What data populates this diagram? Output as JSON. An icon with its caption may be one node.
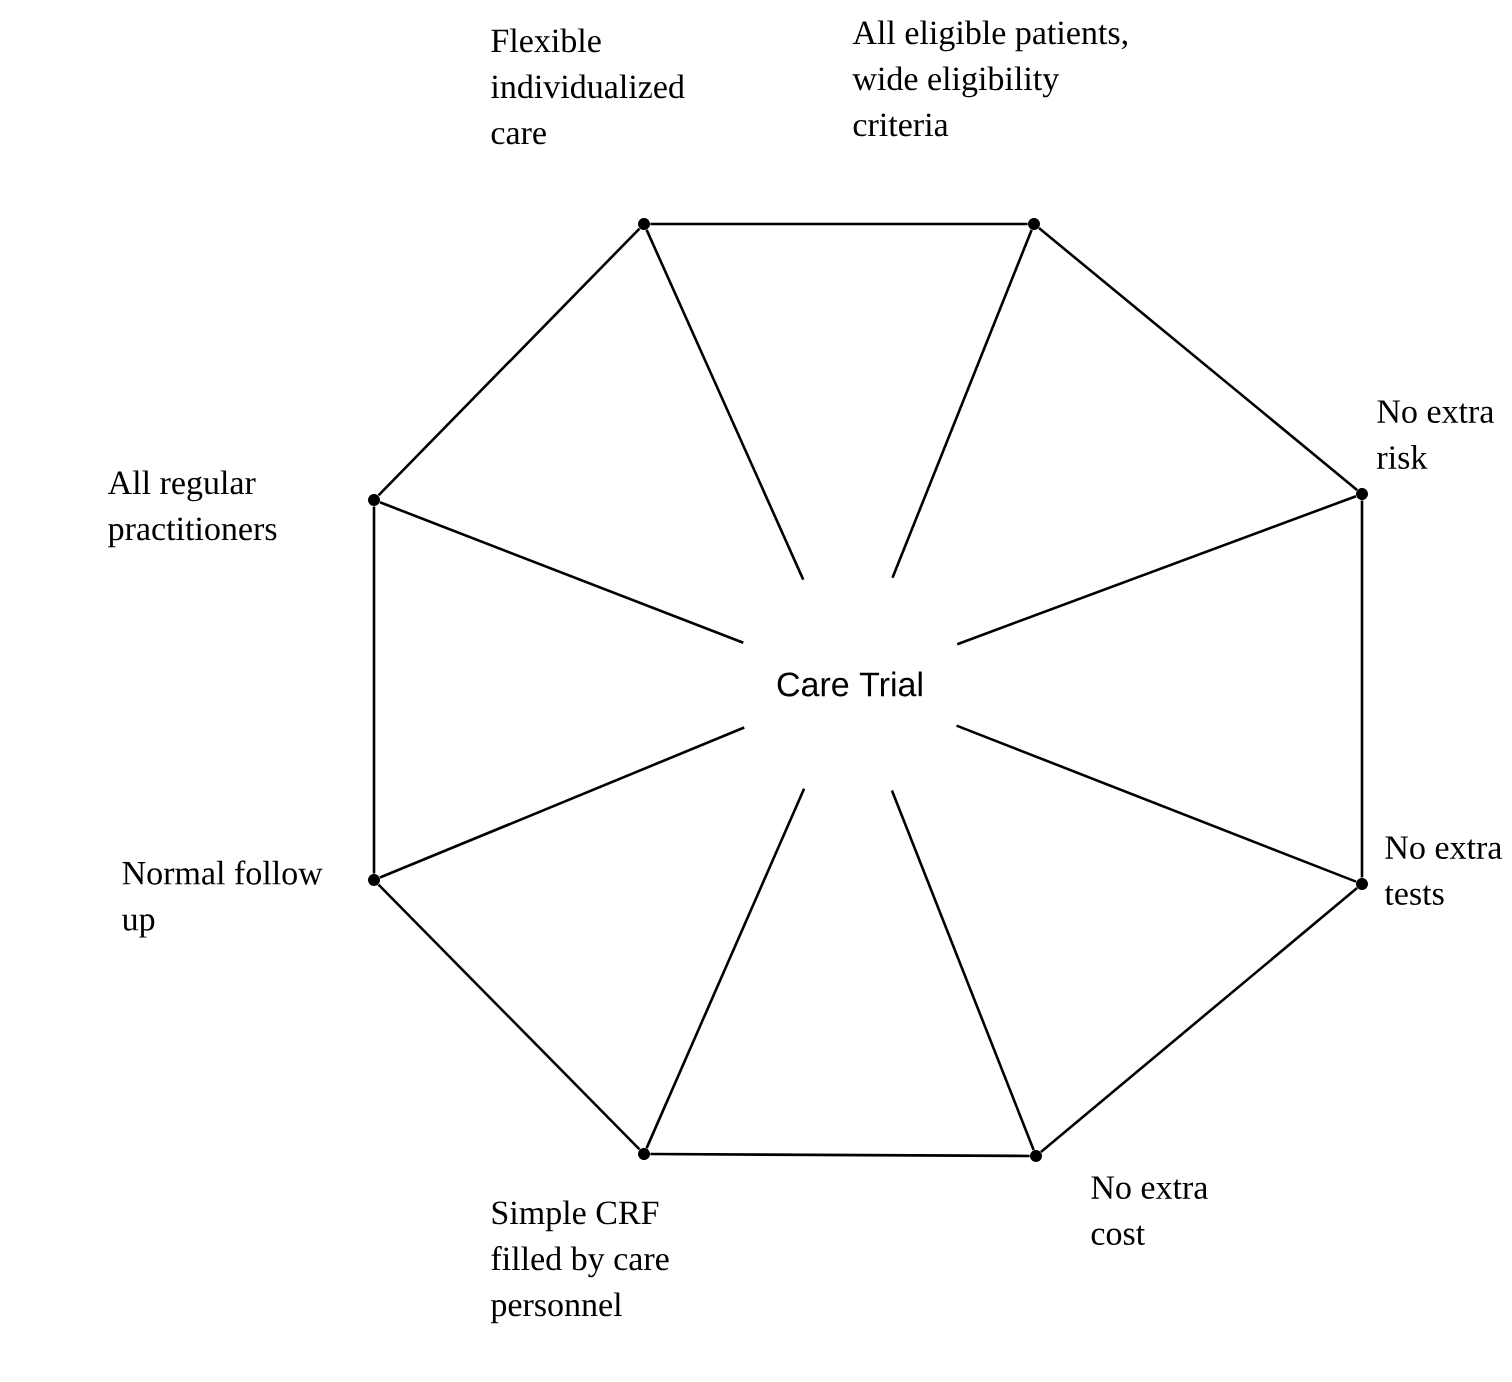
{
  "diagram": {
    "nodes": [
      {
        "text": [
          "Care Trial"
        ]
      },
      {
        "text": [],
        "shape": "circle",
        "beside": [
          "Flexible individualized care"
        ]
      },
      {
        "text": [],
        "shape": "circle",
        "beside": [
          "All eligible patients, wide eligibility criteria"
        ]
      },
      {
        "text": [],
        "shape": "circle",
        "beside": [
          "No extra risk"
        ]
      },
      {
        "text": [],
        "shape": "circle",
        "beside": [
          "No extra tests"
        ]
      },
      {
        "text": [],
        "shape": "circle",
        "beside": [
          "No extra cost"
        ]
      },
      {
        "text": [],
        "shape": "circle",
        "beside": [
          "Simple CRF filled by care personnel"
        ]
      },
      {
        "text": [],
        "shape": "circle",
        "beside": [
          "Normal follow up"
        ]
      },
      {
        "text": [],
        "shape": "circle",
        "beside": [
          "All regular practitioners"
        ]
      }
    ],
    "edges": [
      {
        "from": 1,
        "to": 2,
        "arrow": "none"
      },
      {
        "from": 2,
        "to": 3,
        "arrow": "none"
      },
      {
        "from": 3,
        "to": 4,
        "arrow": "none"
      },
      {
        "from": 4,
        "to": 5,
        "arrow": "none"
      },
      {
        "from": 5,
        "to": 6,
        "arrow": "none"
      },
      {
        "from": 6,
        "to": 7,
        "arrow": "none"
      },
      {
        "from": 7,
        "to": 8,
        "arrow": "none"
      },
      {
        "from": 8,
        "to": 1,
        "arrow": "none"
      },
      {
        "from": 1,
        "to": 0,
        "arrow": "none"
      },
      {
        "from": 2,
        "to": 0,
        "arrow": "none"
      },
      {
        "from": 3,
        "to": 0,
        "arrow": "none"
      },
      {
        "from": 4,
        "to": 0,
        "arrow": "none"
      },
      {
        "from": 5,
        "to": 0,
        "arrow": "none"
      },
      {
        "from": 6,
        "to": 0,
        "arrow": "none"
      },
      {
        "from": 7,
        "to": 0,
        "arrow": "none"
      },
      {
        "from": 8,
        "to": 0,
        "arrow": "none"
      }
    ]
  }
}
